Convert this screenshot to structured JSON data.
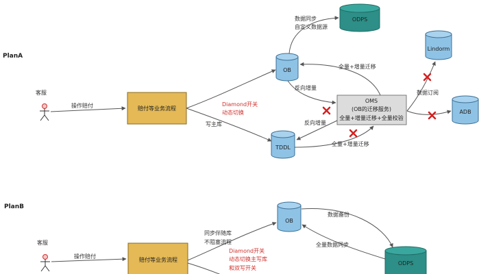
{
  "colors": {
    "db_fill": "#8fc3e6",
    "db_stroke": "#3b6f95",
    "odps_fill": "#2d8f87",
    "odps_stroke": "#1f6b65",
    "process_fill": "#e4b956",
    "process_stroke": "#8a6a1f",
    "oms_fill": "#dcdcdc",
    "oms_stroke": "#7a7a7a",
    "line": "#555555",
    "cross": "#d32020",
    "red_text": "#d0312d"
  },
  "planA": {
    "title": "PlanA",
    "actor": "客服",
    "op_label": "操作赔付",
    "process": "赔付等业务流程",
    "diamond_line1": "Diamond开关",
    "diamond_line2": "动态切换",
    "write_main": "写主库",
    "ob": "OB",
    "tddl": "TDDL",
    "odps": "ODPS",
    "lindorm": "Lindorm",
    "adb": "ADB",
    "oms_line1": "OMS",
    "oms_line2": "(OB的迁移服务)",
    "oms_line3": "全量+增量迁移+全量校验",
    "sync_line1": "数据同步",
    "sync_line2": "自定义数据源",
    "full_incr_top": "全量+增量迁移",
    "reverse_top": "反向增量",
    "reverse_bottom": "反向增量",
    "full_incr_bottom": "全量+增量迁移",
    "subscribe": "数据订阅"
  },
  "planB": {
    "title": "PlanB",
    "actor": "客服",
    "op_label": "操作赔付",
    "process": "赔付等业务流程",
    "sync_line1": "同步伴随库",
    "sync_line2": "不阻塞流程",
    "diamond_line1": "Diamond开关",
    "diamond_line2": "动态切换主写库",
    "diamond_line3": "和双写开关",
    "ob": "OB",
    "odps": "ODPS",
    "backup": "数据备份",
    "full_sync": "全量数据同步"
  }
}
